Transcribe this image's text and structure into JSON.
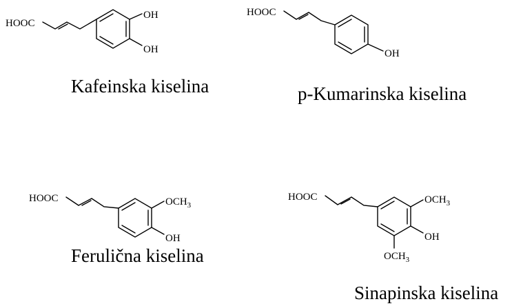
{
  "page": {
    "background": "#ffffff",
    "ink": "#000000"
  },
  "molecules": [
    {
      "key": "caffeic",
      "caption": "Kafeinska kiselina",
      "groups": {
        "acid": "HOOC",
        "oh_top": "OH",
        "oh_bottom": "OH"
      }
    },
    {
      "key": "coumaric",
      "caption": "p-Kumarinska kiselina",
      "groups": {
        "acid": "HOOC",
        "oh": "OH"
      }
    },
    {
      "key": "ferulic",
      "caption": "Ferulična kiselina",
      "groups": {
        "acid": "HOOC",
        "och3_main": "OCH",
        "och3_sub": "3",
        "oh": "OH"
      }
    },
    {
      "key": "sinapic",
      "caption": "Sinapinska kiselina",
      "groups": {
        "acid": "HOOC",
        "och3_top_main": "OCH",
        "och3_top_sub": "3",
        "oh": "OH",
        "och3_bottom_main": "OCH",
        "och3_bottom_sub": "3"
      }
    }
  ]
}
